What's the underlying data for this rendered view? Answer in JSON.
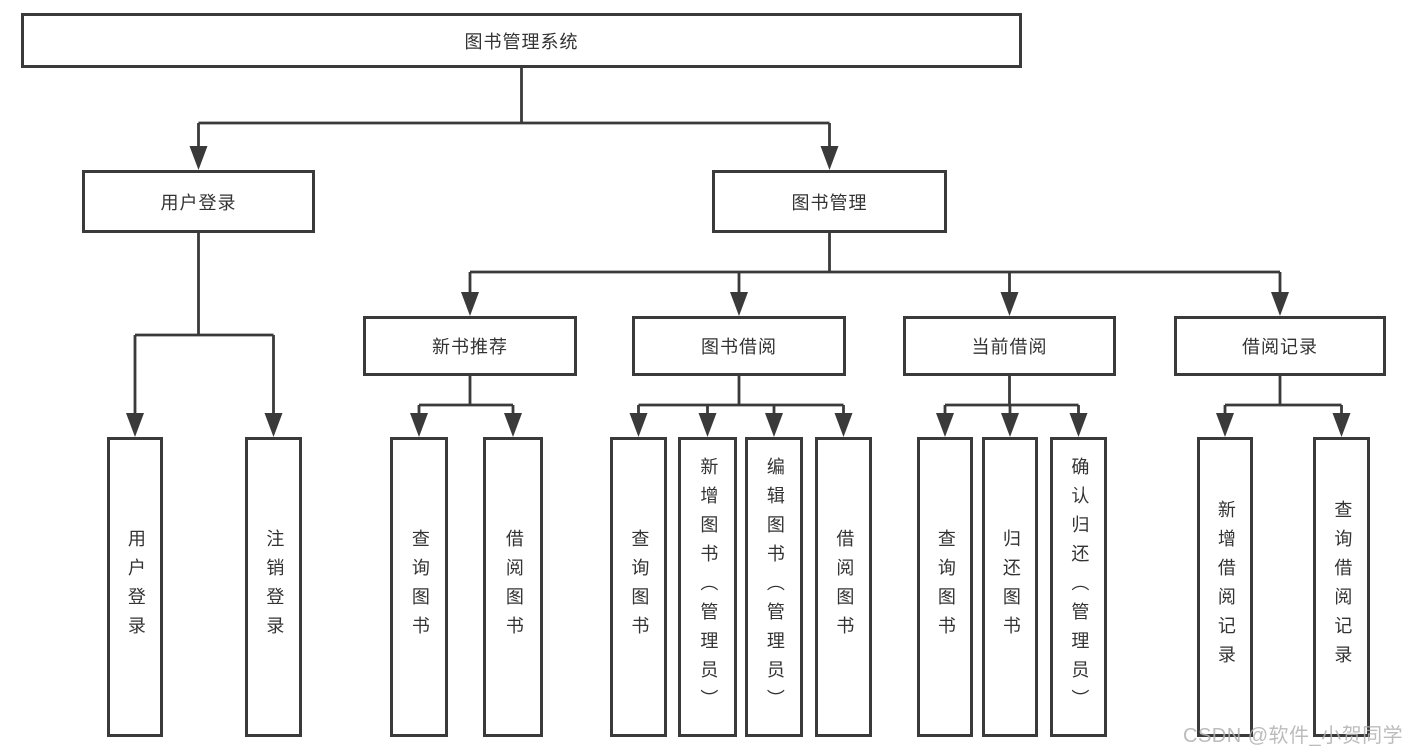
{
  "tree": {
    "label": "图书管理系统",
    "children": [
      {
        "label": "用户登录",
        "children": [
          {
            "label": "用户登录"
          },
          {
            "label": "注销登录"
          }
        ]
      },
      {
        "label": "图书管理",
        "children": [
          {
            "label": "新书推荐",
            "children": [
              {
                "label": "查询图书"
              },
              {
                "label": "借阅图书"
              }
            ]
          },
          {
            "label": "图书借阅",
            "children": [
              {
                "label": "查询图书"
              },
              {
                "label": "新增图书（管理员）"
              },
              {
                "label": "编辑图书（管理员）"
              },
              {
                "label": "借阅图书"
              }
            ]
          },
          {
            "label": "当前借阅",
            "children": [
              {
                "label": "查询图书"
              },
              {
                "label": "归还图书"
              },
              {
                "label": "确认归还（管理员）"
              }
            ]
          },
          {
            "label": "借阅记录",
            "children": [
              {
                "label": "新增借阅记录"
              },
              {
                "label": "查询借阅记录"
              }
            ]
          }
        ]
      }
    ]
  },
  "watermark": {
    "text": "CSDN @软件_小贺同学"
  },
  "colors": {
    "line": "#3a3a3a",
    "box_border": "#3a3a3a",
    "text": "#333333",
    "watermark": "#b0b0b0",
    "background": "#ffffff"
  }
}
